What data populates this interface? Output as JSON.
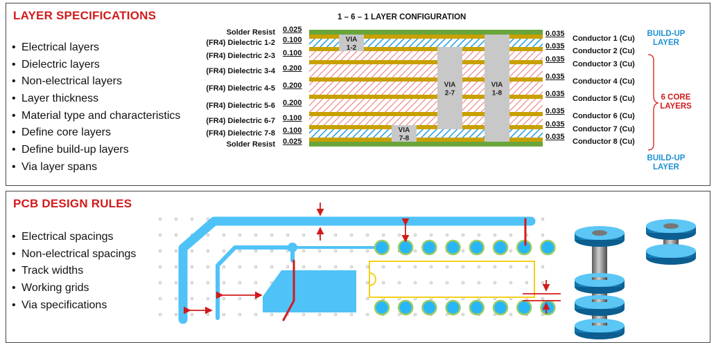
{
  "layer_panel": {
    "title": "LAYER SPECIFICATIONS",
    "bullets": [
      "Electrical layers",
      "Dielectric layers",
      "Non-electrical layers",
      "Layer thickness",
      "Material type and characteristics",
      "Define core layers",
      "Define build-up  layers",
      "Via layer spans"
    ],
    "config_title": "1 – 6 – 1 LAYER  CONFIGURATION",
    "left_labels": [
      "Solder Resist",
      "(FR4)  Dielectric 1-2",
      "(FR4)  Dielectric 2-3",
      "(FR4)  Dielectric 3-4",
      "(FR4)  Dielectric 4-5",
      "(FR4)  Dielectric 5-6",
      "(FR4)  Dielectric 6-7",
      "(FR4)  Dielectric 7-8",
      "Solder Resist"
    ],
    "left_thickness": [
      "0.025",
      "0.100",
      "0.100",
      "0.200",
      "0.200",
      "0.200",
      "0.100",
      "0.100",
      "0.025"
    ],
    "right_thickness": [
      "0.035",
      "0.035",
      "0.035",
      "0.035",
      "0.035",
      "0.035",
      "0.035",
      "0.035"
    ],
    "right_labels": [
      "Conductor 1 (Cu)",
      "Conductor 2 (Cu)",
      "Conductor 3 (Cu)",
      "Conductor 4 (Cu)",
      "Conductor 5 (Cu)",
      "Conductor 6 (Cu)",
      "Conductor 7 (Cu)",
      "Conductor 8 (Cu)"
    ],
    "buildup_top": [
      "BUILD-UP",
      "LAYER"
    ],
    "buildup_bottom": [
      "BUILD-UP",
      "LAYER"
    ],
    "core": [
      "6 CORE",
      "LAYERS"
    ],
    "vias": [
      {
        "id": "via12",
        "l1": "VIA",
        "l2": "1-2"
      },
      {
        "id": "via27",
        "l1": "VIA",
        "l2": "2-7"
      },
      {
        "id": "via18",
        "l1": "VIA",
        "l2": "1-8"
      },
      {
        "id": "via78",
        "l1": "VIA",
        "l2": "7-8"
      }
    ],
    "colors": {
      "solder": "#6aa53b",
      "copper": "#c8a000",
      "buildup_hatch": "#1e9fe0",
      "core_hatch": "#e86a6a",
      "via": "#c8c8c8"
    }
  },
  "rules_panel": {
    "title": "PCB DESIGN RULES",
    "bullets": [
      "Electrical spacings",
      "Non-electrical spacings",
      "Track widths",
      "Working grids",
      "Via specifications"
    ],
    "colors": {
      "track": "#4fc3f7",
      "pad_fill": "#29b6f6",
      "pad_ring": "#9ccc65",
      "outline": "#f4d01a",
      "spacing_arrow": "#d21a1a"
    }
  }
}
